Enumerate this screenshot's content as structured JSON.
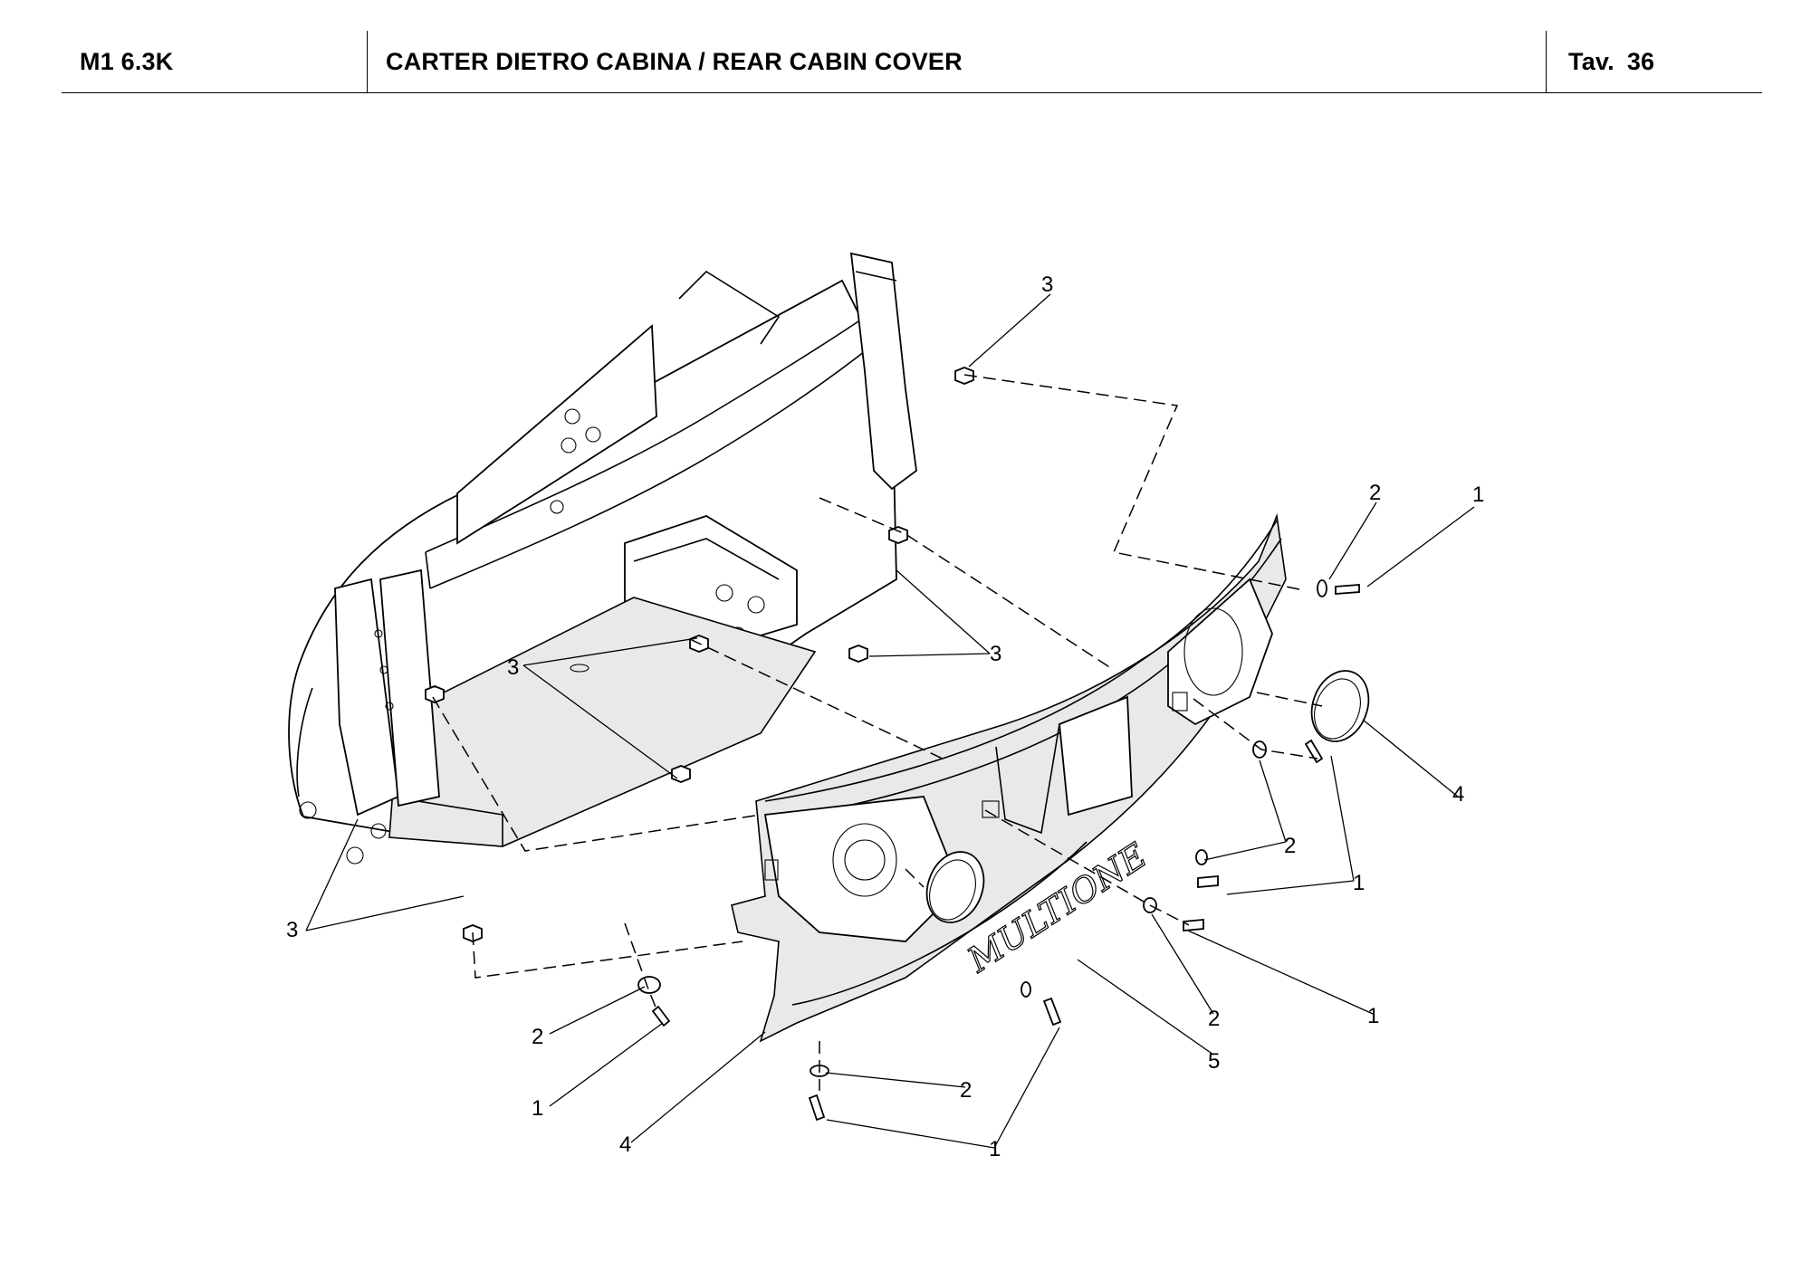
{
  "header": {
    "model": "M1 6.3K",
    "title": "CARTER DIETRO CABINA / REAR CABIN COVER",
    "table_label": "Tav.",
    "table_number": "36"
  },
  "callouts": [
    "3",
    "2",
    "1",
    "3",
    "3",
    "4",
    "2",
    "1",
    "3",
    "2",
    "1",
    "2",
    "5",
    "1",
    "4",
    "2",
    "1"
  ],
  "logo_text": "MULTIONE"
}
